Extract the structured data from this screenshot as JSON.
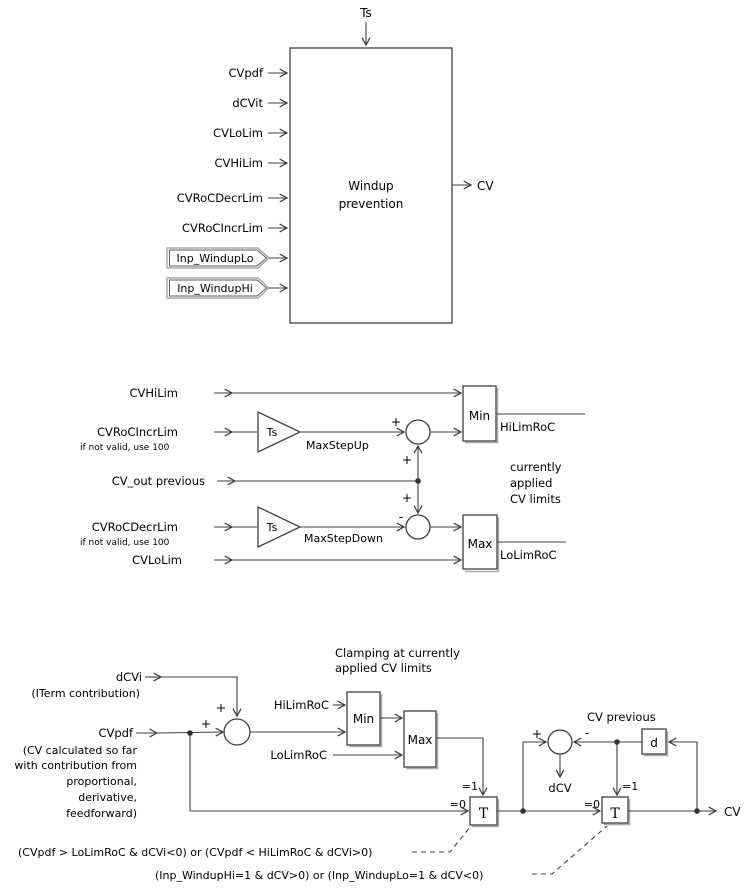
{
  "colors": {
    "background": "#ffffff",
    "line": "#404040",
    "text": "#000000",
    "tag_border": "#9a9a9a"
  },
  "top": {
    "ts": "Ts",
    "inputs": [
      "CVpdf",
      "dCVit",
      "CVLoLim",
      "CVHiLim",
      "CVRoCDecrLim",
      "CVRoCIncrLim"
    ],
    "tags": [
      "Inp_WindupLo",
      "Inp_WindupHi"
    ],
    "block": {
      "line1": "Windup",
      "line2": "prevention"
    },
    "output": "CV"
  },
  "mid": {
    "in_hi": "CVHiLim",
    "in_incr": "CVRoCIncrLim",
    "in_incr_note": "if not valid, use 100",
    "in_prev": "CV_out previous",
    "in_decr": "CVRoCDecrLim",
    "in_decr_note": "if not valid, use 100",
    "in_lo": "CVLoLim",
    "gain": "Ts",
    "gain_up": "MaxStepUp",
    "gain_down": "MaxStepDown",
    "min": "Min",
    "max": "Max",
    "out_hi": "HiLimRoC",
    "out_lo": "LoLimRoC",
    "signs": {
      "up_in": "+",
      "up_prev": "+",
      "down_prev": "+",
      "down_in": "-"
    },
    "note": {
      "line1": "currently",
      "line2": "applied",
      "line3": "CV limits"
    }
  },
  "bot": {
    "clamp_note": {
      "line1": "Clamping at currently",
      "line2": "applied CV limits"
    },
    "dcvi": "dCVi",
    "dcvi_note": "(ITerm contribution)",
    "cvpdf": "CVpdf",
    "cvpdf_note": [
      "(CV calculated so far",
      "with contribution from",
      "proportional,",
      "derivative,",
      "feedforward)"
    ],
    "hi": "HiLimRoC",
    "lo": "LoLimRoC",
    "min": "Min",
    "max": "Max",
    "signs": {
      "dcvi_in": "+",
      "cvpdf_in": "+",
      "sum_plus": "+",
      "sum_minus": "-"
    },
    "sw1": {
      "label": "T",
      "in1": "=1",
      "in0": "=0"
    },
    "sw2": {
      "label": "T",
      "in1": "=1",
      "in0": "=0"
    },
    "cv_previous": "CV previous",
    "delay": "d",
    "dcv": "dCV",
    "cv_out": "CV",
    "cond1": "(CVpdf > LoLimRoC & dCVi<0) or (CVpdf < HiLimRoC & dCVi>0)",
    "cond2": "(Inp_WindupHi=1 & dCV>0) or (Inp_WindupLo=1 & dCV<0)"
  }
}
